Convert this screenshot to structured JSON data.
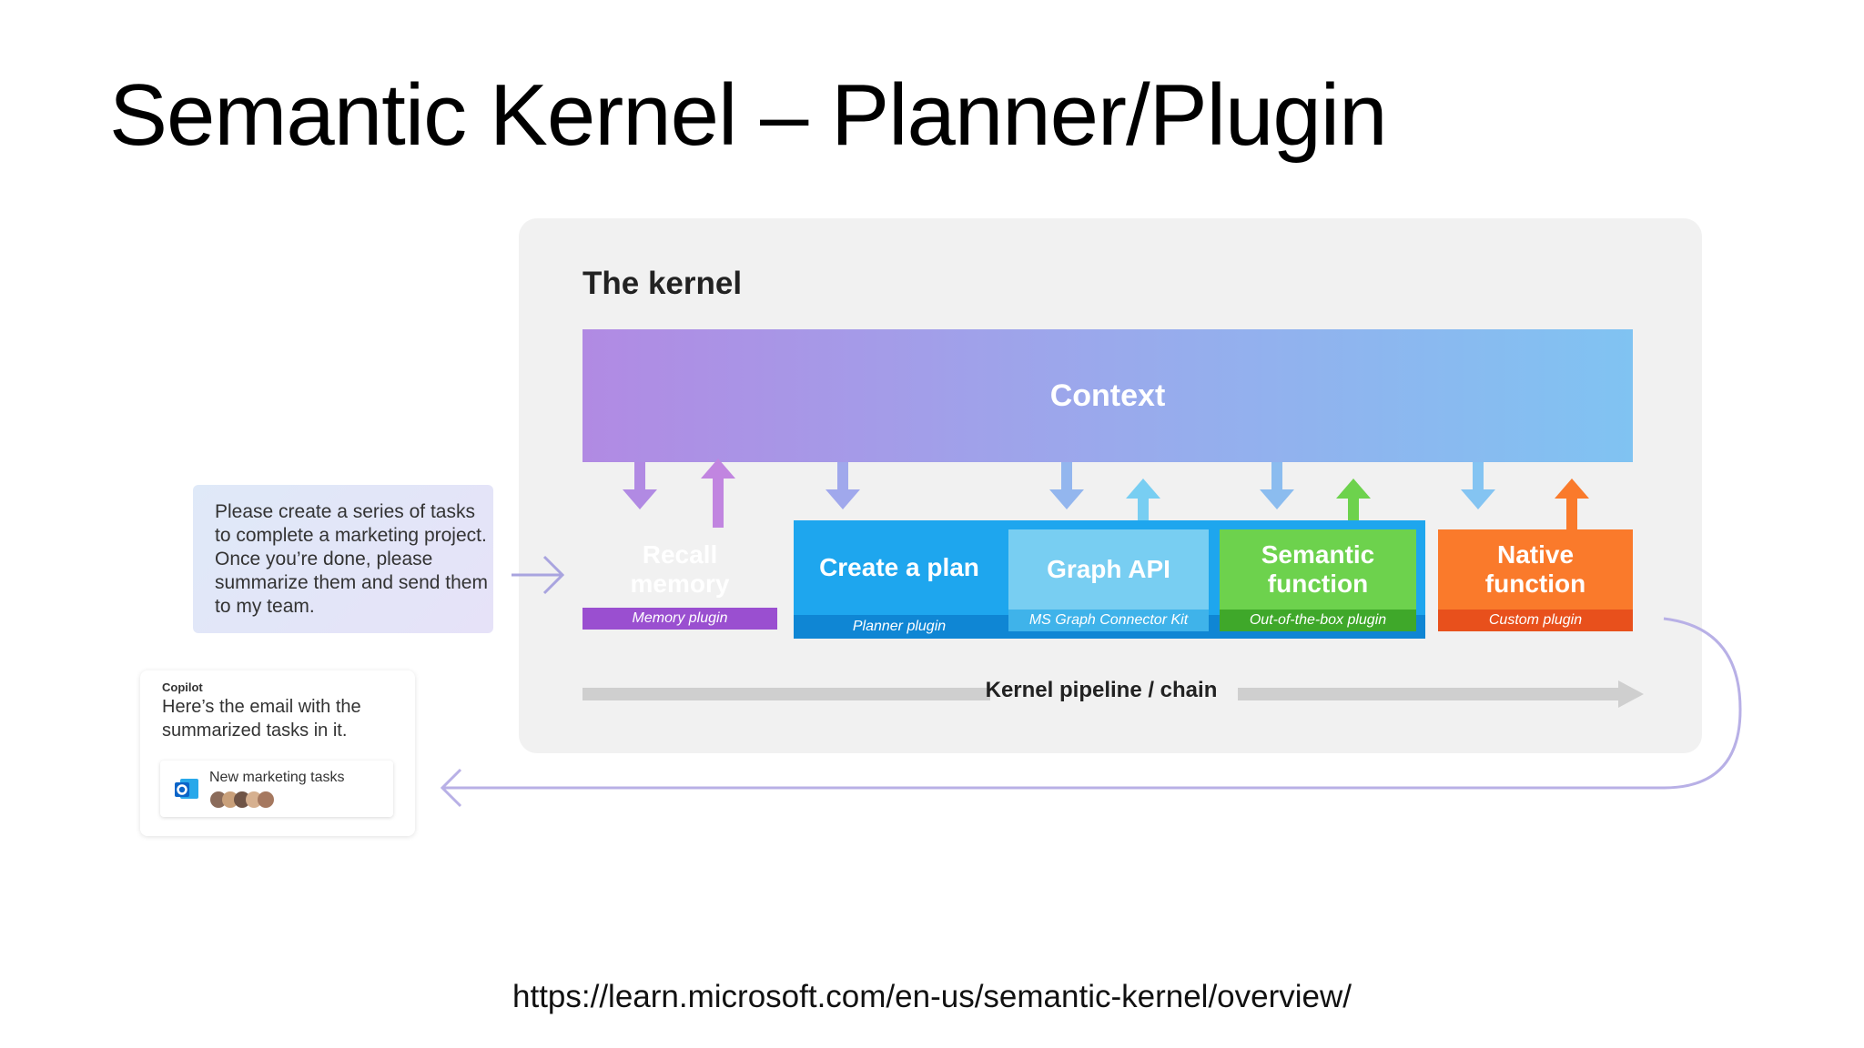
{
  "slide": {
    "title": "Semantic Kernel – Planner/Plugin",
    "source_url": "https://learn.microsoft.com/en-us/semantic-kernel/overview/"
  },
  "diagram": {
    "panel_title": "The kernel",
    "context_label": "Context",
    "components": [
      {
        "title_line1": "Recall",
        "title_line2": "memory",
        "subtitle": "Memory plugin",
        "color": "#c185e0",
        "sub_color": "#9a4fd0"
      },
      {
        "title_line1": "Create a plan",
        "title_line2": "",
        "subtitle": "Planner plugin",
        "color": "#1ea6ee",
        "sub_color": "#0f86d4"
      },
      {
        "title_line1": "Graph API",
        "title_line2": "",
        "subtitle": "MS Graph Connector Kit",
        "color": "#78cef2",
        "sub_color": "#3fb3ea"
      },
      {
        "title_line1": "Semantic",
        "title_line2": "function",
        "subtitle": "Out-of-the-box plugin",
        "color": "#6dd24d",
        "sub_color": "#3fa82a"
      },
      {
        "title_line1": "Native",
        "title_line2": "function",
        "subtitle": "Custom plugin",
        "color": "#fa7a2b",
        "sub_color": "#e8501c"
      }
    ],
    "pipeline_label": "Kernel pipeline / chain",
    "request_text": "Please create a series of tasks to complete a marketing project. Once you’re done, please summarize them and send them to my team.",
    "copilot_label": "Copilot",
    "copilot_message": "Here’s the email with the summarized tasks in it.",
    "email_title": "New marketing tasks",
    "icons": [
      "outlook-icon",
      "avatar-group-icon",
      "arrow-right-icon",
      "return-arrow-icon",
      "down-arrow-icon",
      "up-arrow-icon"
    ]
  }
}
